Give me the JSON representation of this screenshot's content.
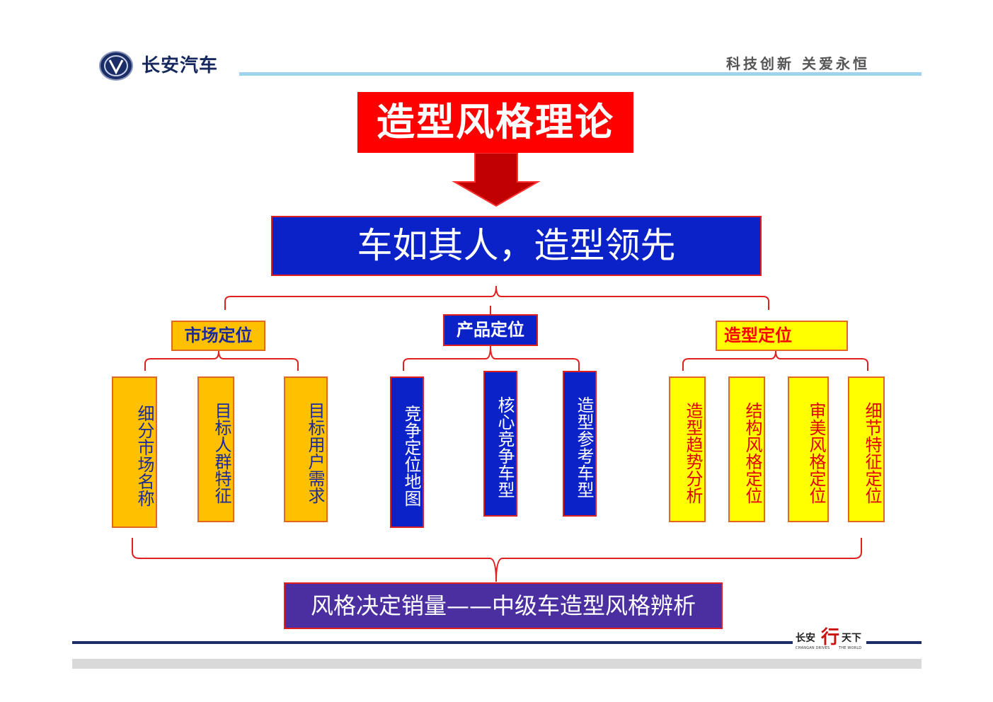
{
  "header": {
    "brand_name": "长安汽车",
    "slogan": "科技创新  关爱永恒"
  },
  "title": "造型风格理论",
  "core_slogan": "车如其人，造型领先",
  "categories": [
    {
      "label": "市场定位",
      "items": [
        "细分市场名称",
        "目标人群特征",
        "目标用户需求"
      ]
    },
    {
      "label": "产品定位",
      "items": [
        "竞争定位地图",
        "核心竞争车型",
        "造型参考车型"
      ]
    },
    {
      "label": "造型定位",
      "items": [
        "造型趋势分析",
        "结构风格定位",
        "审美风格定位",
        "细节特征定位"
      ]
    }
  ],
  "conclusion": "风格决定销量——中级车造型风格辨析",
  "footer": {
    "mark_cn_left": "长安",
    "mark_cn_mid": "行",
    "mark_cn_right": "天下",
    "mark_en_left": "CHANGAN DRIVES",
    "mark_en_right": "THE WORLD"
  },
  "colors": {
    "title_red": "#ff0000",
    "core_blue": "#0a22c8",
    "category_orange": "#ffc000",
    "category_yellow": "#ffff00",
    "conclusion_purple": "#4b2fa0",
    "bracket_red": "#e02020",
    "header_line_blue": "#9dd3ec",
    "footer_navy": "#1a2d66"
  }
}
